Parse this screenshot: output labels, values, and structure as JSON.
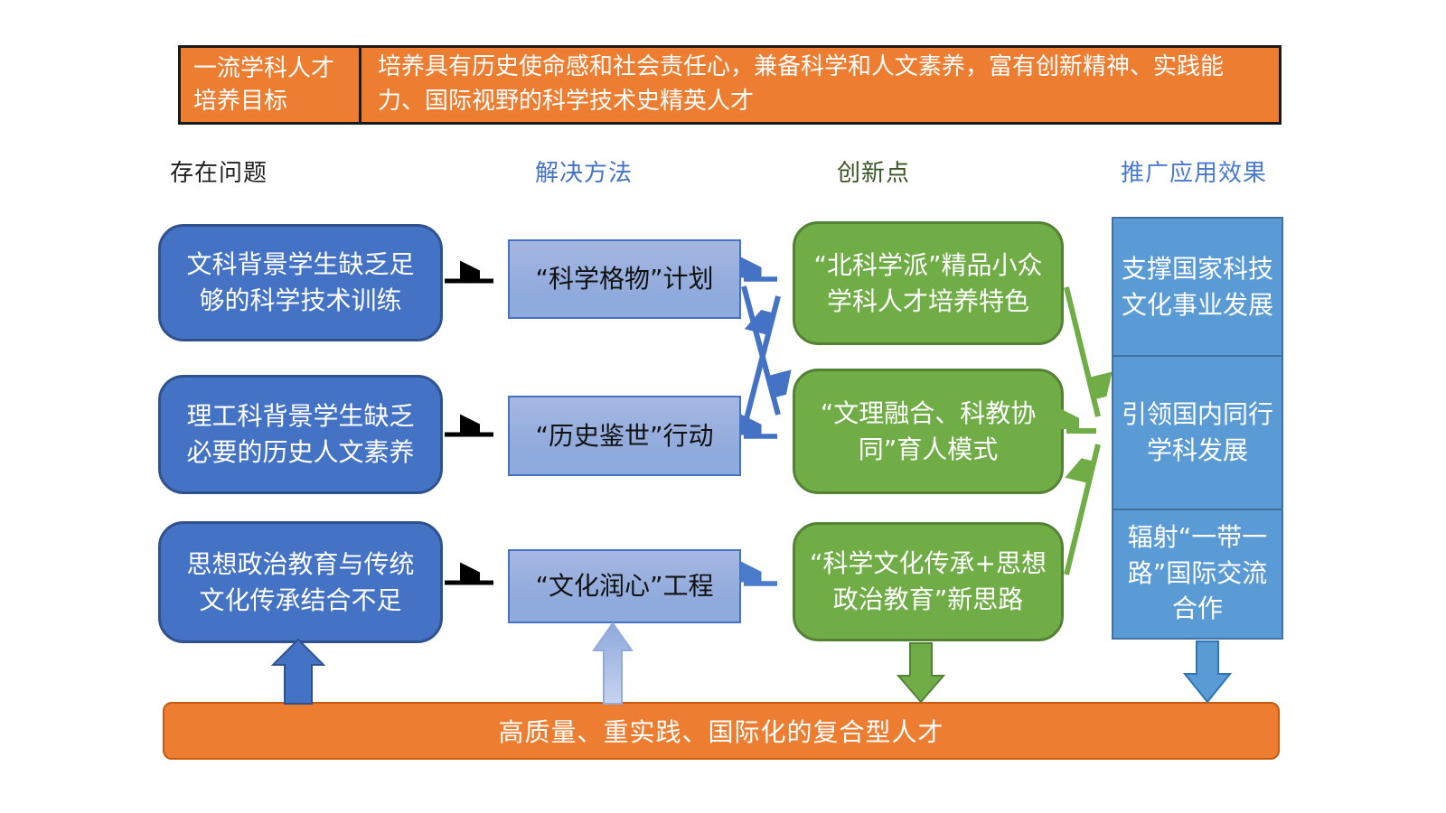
{
  "palette": {
    "orange": "#ED7D31",
    "orange_border": "#C55A11",
    "problem_blue": "#4472C4",
    "problem_border": "#2F528F",
    "solution_blue": "#8FAADC",
    "innovation_green": "#70AD47",
    "innovation_border": "#548235",
    "outcome_blue": "#5B9BD5",
    "outcome_border": "#41719C",
    "black_arrow": "#000000",
    "label_green": "#375623"
  },
  "header": {
    "label": "一流学科人才\n培养目标",
    "goal": "培养具有历史使命感和社会责任心，兼备科学和人文素养，富有创新精神、实践能力、国际视野的科学技术史精英人才"
  },
  "columns": [
    {
      "label": "存在问题"
    },
    {
      "label": "解决方法"
    },
    {
      "label": "创新点"
    },
    {
      "label": "推广应用效果"
    }
  ],
  "flow": {
    "problems": [
      "文科背景学生缺乏足够的科学技术训练",
      "理工科背景学生缺乏必要的历史人文素养",
      "思想政治教育与传统文化传承结合不足"
    ],
    "solutions": [
      "“科学格物”计划",
      "“历史鉴世”行动",
      "“文化润心”工程"
    ],
    "innovations": [
      "“北科学派”精品小众学科人才培养特色",
      "“文理融合、科教协同”育人模式",
      "“科学文化传承+思想政治教育”新思路"
    ],
    "outcomes": [
      "支撑国家科技文化事业发展",
      "引领国内同行学科发展",
      "辐射“一带一路”国际交流合作"
    ]
  },
  "footer": {
    "text": "高质量、重实践、国际化的复合型人才"
  }
}
